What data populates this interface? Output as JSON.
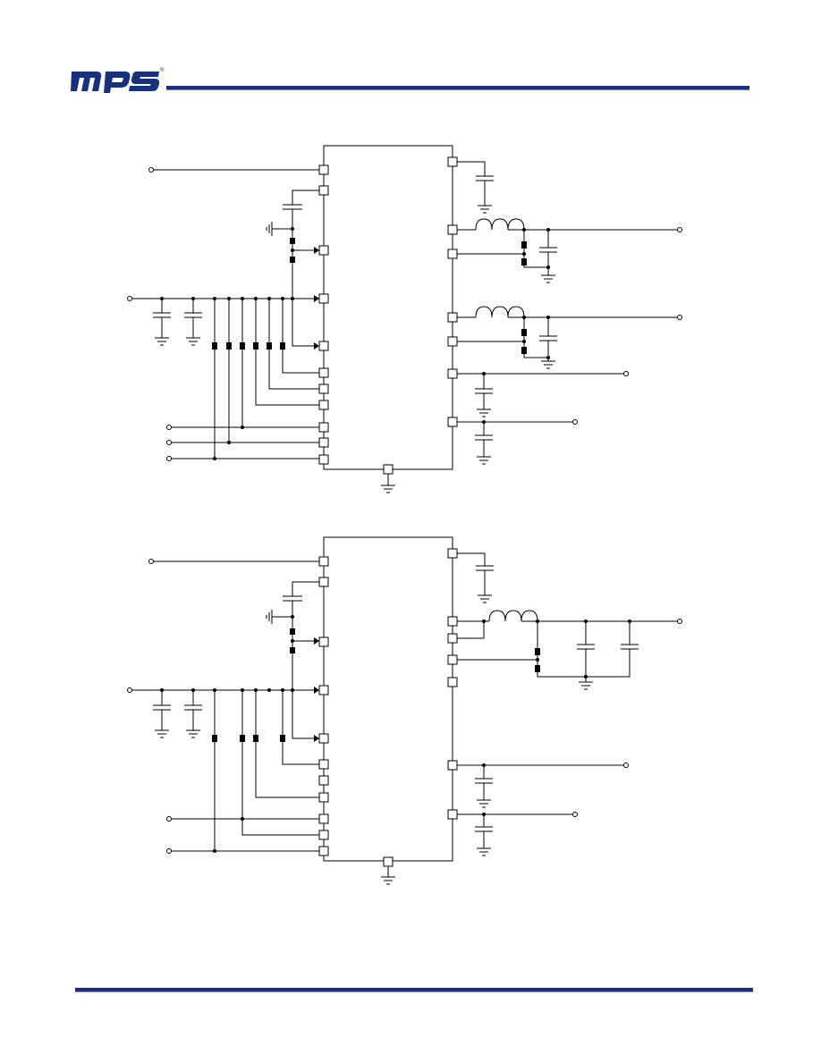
{
  "header": {
    "logo_text": "mps",
    "brand_color": "#1b2f7a"
  },
  "footer": {
    "rule_color": "#1b2f7a"
  },
  "schematics": [
    {
      "id": "schematic-1",
      "icon": "circuit-schematic-icon"
    },
    {
      "id": "schematic-2",
      "icon": "circuit-schematic-icon"
    }
  ]
}
